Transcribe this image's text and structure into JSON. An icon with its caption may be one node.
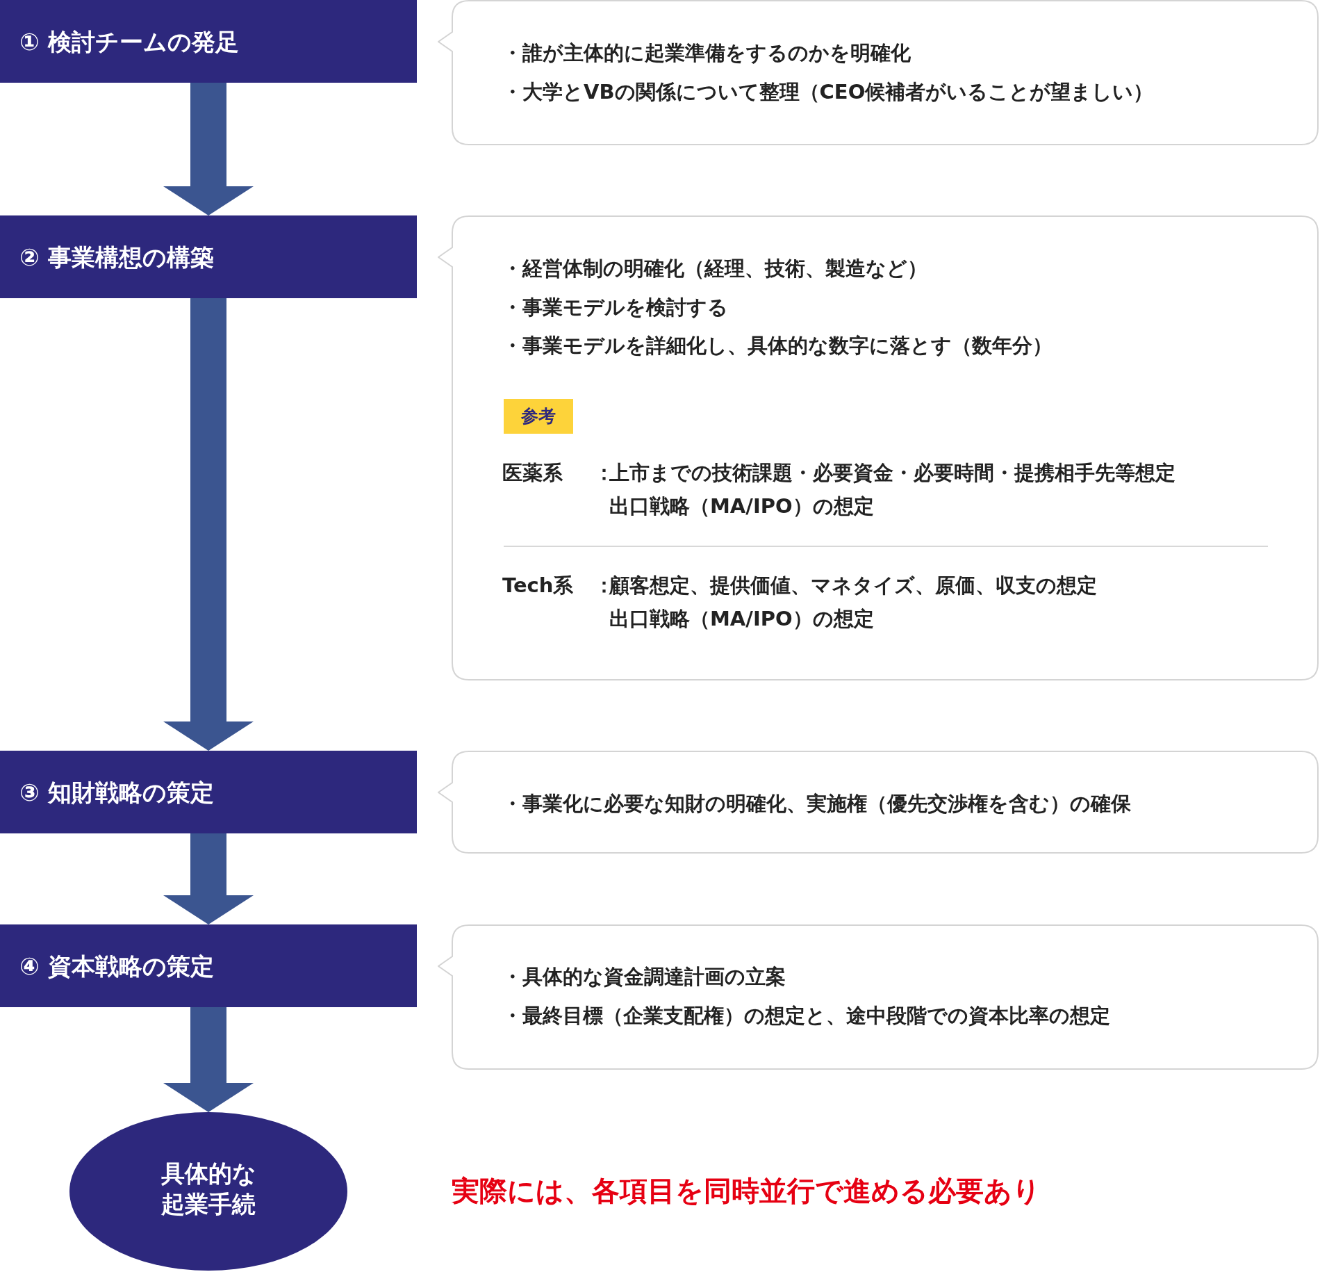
{
  "diagram": {
    "nodes": [
      {
        "text": [
          "① 検討チームの発足"
        ]
      },
      {
        "text": [
          "・誰が主体的に起業準備をするのかを明確化",
          "・大学とVBの関係について整理（CEO候補者がいることが望ましい）"
        ]
      },
      {
        "text": [
          "② 事業構想の構築"
        ]
      },
      {
        "text": [
          "・経営体制の明確化（経理、技術、製造など）",
          "・事業モデルを検討する",
          "・事業モデルを詳細化し、具体的な数字に落とす（数年分）",
          "医薬系",
          "：",
          "上市までの技術課題・必要資金・必要時間・提携相手先等想定",
          "出口戦略（MA/IPO）の想定",
          "Tech系",
          "：",
          "顧客想定、提供価値、マネタイズ、原価、収支の想定",
          "出口戦略（MA/IPO）の想定"
        ]
      },
      {
        "text": [
          "参考"
        ],
        "in": 3
      },
      {
        "text": [
          "③ 知財戦略の策定"
        ]
      },
      {
        "text": [
          "・事業化に必要な知財の明確化、実施権（優先交渉権を含む）の確保"
        ]
      },
      {
        "text": [
          "④ 資本戦略の策定"
        ]
      },
      {
        "text": [
          "・具体的な資金調達計画の立案",
          "・最終目標（企業支配権）の想定と、途中段階での資本比率の想定"
        ]
      },
      {
        "text": [
          "具体的な起業手続"
        ]
      }
    ],
    "edges": [
      {
        "from": 0,
        "to": 2,
        "arrow": "to"
      },
      {
        "from": 2,
        "to": 5,
        "arrow": "to"
      },
      {
        "from": 5,
        "to": 7,
        "arrow": "to"
      },
      {
        "from": 7,
        "to": 9,
        "arrow": "to"
      }
    ],
    "labels": [
      "実際には、各項目を同時並行で進める必要あり"
    ]
  }
}
